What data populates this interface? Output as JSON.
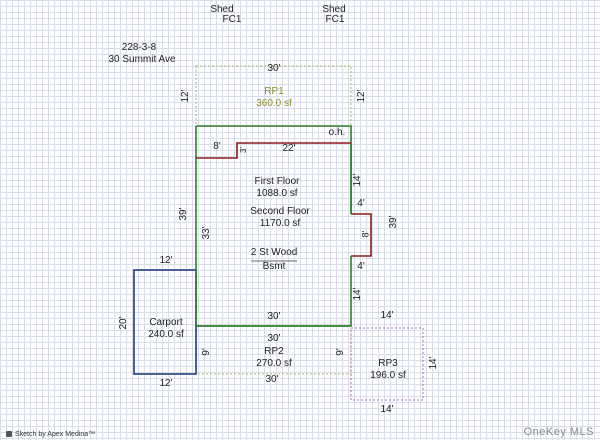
{
  "header": {
    "shed_left_title": "Shed",
    "shed_left_code": "FC1",
    "shed_right_title": "Shed",
    "shed_right_code": "FC1",
    "parcel_id": "228-3-8",
    "address": "30 Summit Ave"
  },
  "areas": {
    "rp1": {
      "name": "RP1",
      "size": "360.0 sf"
    },
    "main": {
      "first_floor": "First Floor",
      "first_floor_size": "1088.0 sf",
      "second_floor": "Second Floor",
      "second_floor_size": "1170.0 sf",
      "construction": "2 St Wood",
      "basement": "Bsmt",
      "overhang": "o.h."
    },
    "carport": {
      "name": "Carport",
      "size": "240.0 sf"
    },
    "rp2": {
      "name": "RP2",
      "size": "270.0 sf"
    },
    "rp3": {
      "name": "RP3",
      "size": "196.0 sf"
    }
  },
  "dimensions": {
    "rp1_top": "30'",
    "rp1_left": "12'",
    "rp1_right": "12'",
    "notch_top_left": "8'",
    "notch_drop": "3'",
    "notch_top_right": "22'",
    "main_right_upper": "14'",
    "bump_top": "4'",
    "bump_depth": "8'",
    "bump_bottom": "4'",
    "main_right_lower": "14'",
    "main_outer_right": "39'",
    "main_outer_left": "39'",
    "main_inner_left": "33'",
    "carport_top": "12'",
    "carport_left": "20'",
    "carport_bottom": "12'",
    "main_bottom": "30'",
    "rp2_top": "30'",
    "rp2_left": "9'",
    "rp2_right": "9'",
    "rp2_bottom": "30'",
    "rp3_top": "14'",
    "rp3_right": "14'",
    "rp3_bottom": "14'"
  },
  "colors": {
    "main_outline": "#2e7d2e",
    "carport_outline": "#1f3d7a",
    "notch_outline": "#8b1a1a",
    "rp_outline": "#a8b860",
    "rp3_outline": "#b070b0",
    "rp1_text": "#8a8a2a"
  },
  "footer": {
    "credit": "Sketch by Apex Medina™",
    "watermark": "OneKey MLS"
  }
}
